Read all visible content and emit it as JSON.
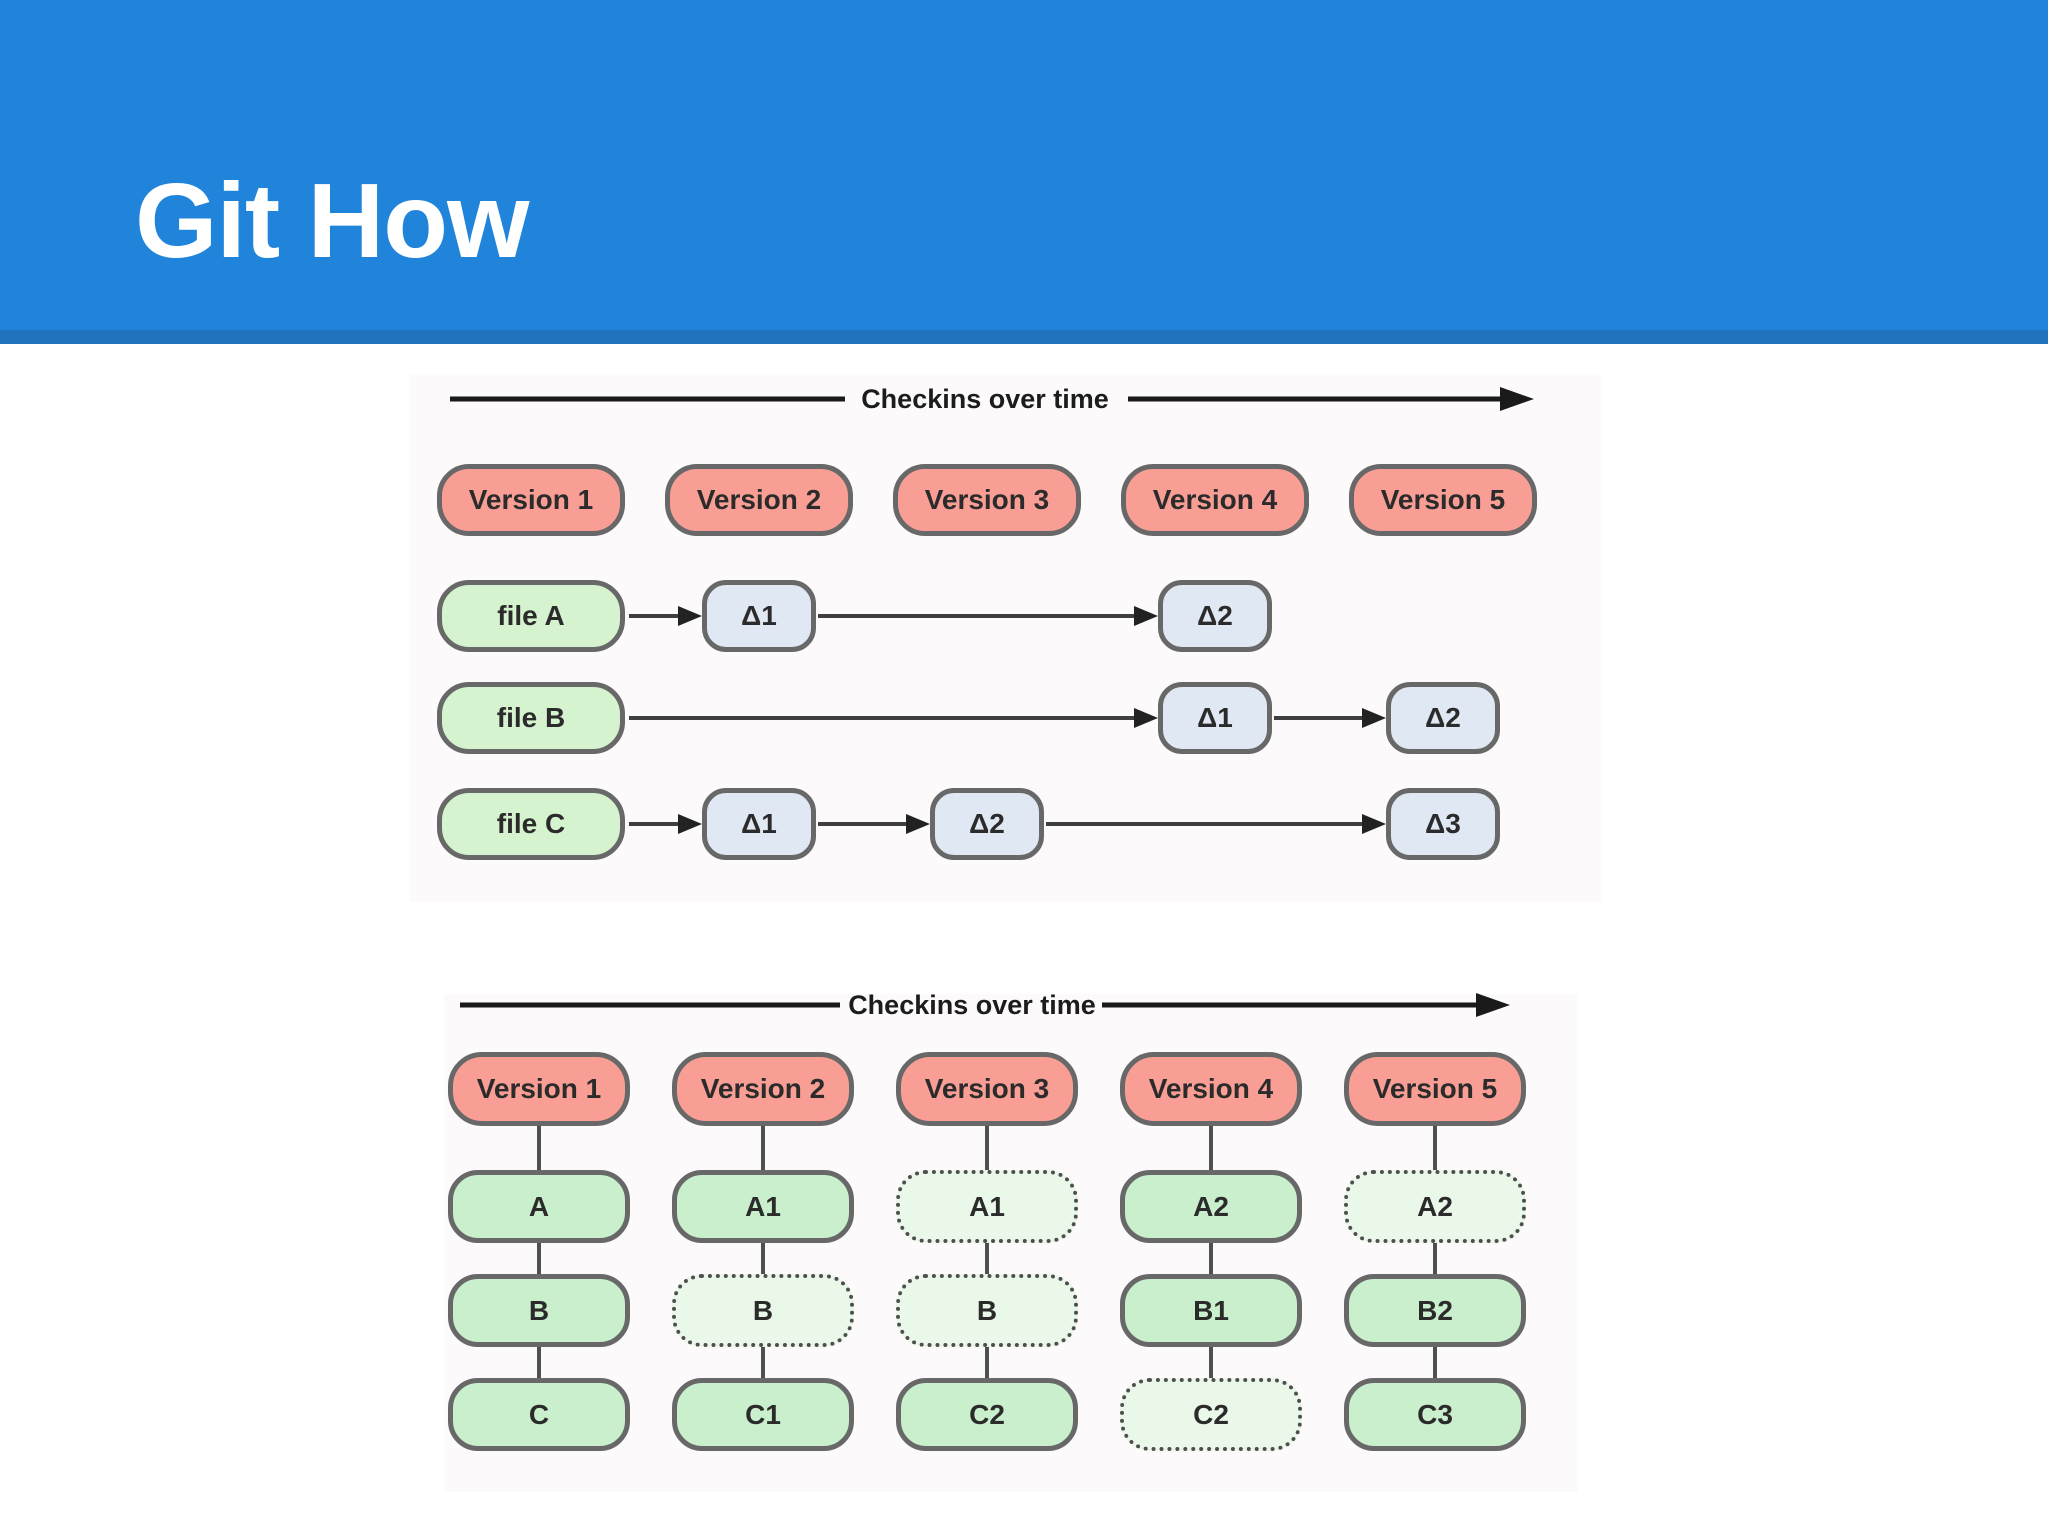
{
  "slide": {
    "title": "Git How"
  },
  "colors": {
    "header_blue": "#2184db",
    "header_accent": "#2173be",
    "version_fill": "#f99e94",
    "file_fill": "#d6f3d0",
    "snapshot_fill": "#c9efcc",
    "snapshot_unchanged_fill": "#eaf8ea",
    "delta_fill": "#e0e8f3",
    "node_border": "#686868",
    "arrow": "#333333"
  },
  "top_diagram": {
    "caption": "Checkins over time",
    "versions": [
      "Version 1",
      "Version 2",
      "Version 3",
      "Version 4",
      "Version 5"
    ],
    "rows": [
      {
        "file": "file A",
        "deltas": [
          {
            "label": "Δ1",
            "col": 2
          },
          {
            "label": "Δ2",
            "col": 4
          }
        ]
      },
      {
        "file": "file B",
        "deltas": [
          {
            "label": "Δ1",
            "col": 4
          },
          {
            "label": "Δ2",
            "col": 5
          }
        ]
      },
      {
        "file": "file C",
        "deltas": [
          {
            "label": "Δ1",
            "col": 2
          },
          {
            "label": "Δ2",
            "col": 3
          },
          {
            "label": "Δ3",
            "col": 5
          }
        ]
      }
    ]
  },
  "bottom_diagram": {
    "caption": "Checkins over time",
    "columns": [
      {
        "version": "Version 1",
        "nodes": [
          {
            "label": "A",
            "dashed": false
          },
          {
            "label": "B",
            "dashed": false
          },
          {
            "label": "C",
            "dashed": false
          }
        ]
      },
      {
        "version": "Version 2",
        "nodes": [
          {
            "label": "A1",
            "dashed": false
          },
          {
            "label": "B",
            "dashed": true
          },
          {
            "label": "C1",
            "dashed": false
          }
        ]
      },
      {
        "version": "Version 3",
        "nodes": [
          {
            "label": "A1",
            "dashed": true
          },
          {
            "label": "B",
            "dashed": true
          },
          {
            "label": "C2",
            "dashed": false
          }
        ]
      },
      {
        "version": "Version 4",
        "nodes": [
          {
            "label": "A2",
            "dashed": false
          },
          {
            "label": "B1",
            "dashed": false
          },
          {
            "label": "C2",
            "dashed": true
          }
        ]
      },
      {
        "version": "Version 5",
        "nodes": [
          {
            "label": "A2",
            "dashed": true
          },
          {
            "label": "B2",
            "dashed": false
          },
          {
            "label": "C3",
            "dashed": false
          }
        ]
      }
    ]
  }
}
